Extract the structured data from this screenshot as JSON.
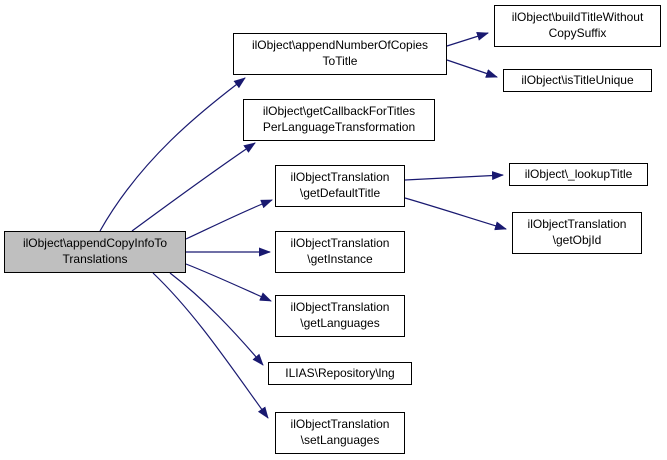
{
  "graph": {
    "type": "call-graph",
    "colors": {
      "edge": "#191970",
      "node_border": "#000000",
      "node_fill": "#ffffff",
      "highlight_fill": "#bfbfbf",
      "background": "#ffffff",
      "text": "#000000"
    },
    "nodes": [
      {
        "id": "appendCopyInfoToTranslations",
        "label": "ilObject\\appendCopyInfoTo\nTranslations",
        "highlighted": true
      },
      {
        "id": "appendNumberOfCopiesToTitle",
        "label": "ilObject\\appendNumberOfCopies\nToTitle",
        "highlighted": false
      },
      {
        "id": "getCallbackForTitlesPerLanguageTransformation",
        "label": "ilObject\\getCallbackForTitles\nPerLanguageTransformation",
        "highlighted": false
      },
      {
        "id": "getDefaultTitle",
        "label": "ilObjectTranslation\n\\getDefaultTitle",
        "highlighted": false
      },
      {
        "id": "getInstance",
        "label": "ilObjectTranslation\n\\getInstance",
        "highlighted": false
      },
      {
        "id": "getLanguages",
        "label": "ilObjectTranslation\n\\getLanguages",
        "highlighted": false
      },
      {
        "id": "lng",
        "label": "ILIAS\\Repository\\lng",
        "highlighted": false
      },
      {
        "id": "setLanguages",
        "label": "ilObjectTranslation\n\\setLanguages",
        "highlighted": false
      },
      {
        "id": "buildTitleWithoutCopySuffix",
        "label": "ilObject\\buildTitleWithout\nCopySuffix",
        "highlighted": false
      },
      {
        "id": "isTitleUnique",
        "label": "ilObject\\isTitleUnique",
        "highlighted": false
      },
      {
        "id": "lookupTitle",
        "label": "ilObject\\_lookupTitle",
        "highlighted": false
      },
      {
        "id": "getObjId",
        "label": "ilObjectTranslation\n\\getObjId",
        "highlighted": false
      }
    ],
    "edges": [
      {
        "from": "appendCopyInfoToTranslations",
        "to": "appendNumberOfCopiesToTitle"
      },
      {
        "from": "appendCopyInfoToTranslations",
        "to": "getCallbackForTitlesPerLanguageTransformation"
      },
      {
        "from": "appendCopyInfoToTranslations",
        "to": "getDefaultTitle"
      },
      {
        "from": "appendCopyInfoToTranslations",
        "to": "getInstance"
      },
      {
        "from": "appendCopyInfoToTranslations",
        "to": "getLanguages"
      },
      {
        "from": "appendCopyInfoToTranslations",
        "to": "lng"
      },
      {
        "from": "appendCopyInfoToTranslations",
        "to": "setLanguages"
      },
      {
        "from": "appendNumberOfCopiesToTitle",
        "to": "buildTitleWithoutCopySuffix"
      },
      {
        "from": "appendNumberOfCopiesToTitle",
        "to": "isTitleUnique"
      },
      {
        "from": "getDefaultTitle",
        "to": "lookupTitle"
      },
      {
        "from": "getDefaultTitle",
        "to": "getObjId"
      }
    ]
  }
}
